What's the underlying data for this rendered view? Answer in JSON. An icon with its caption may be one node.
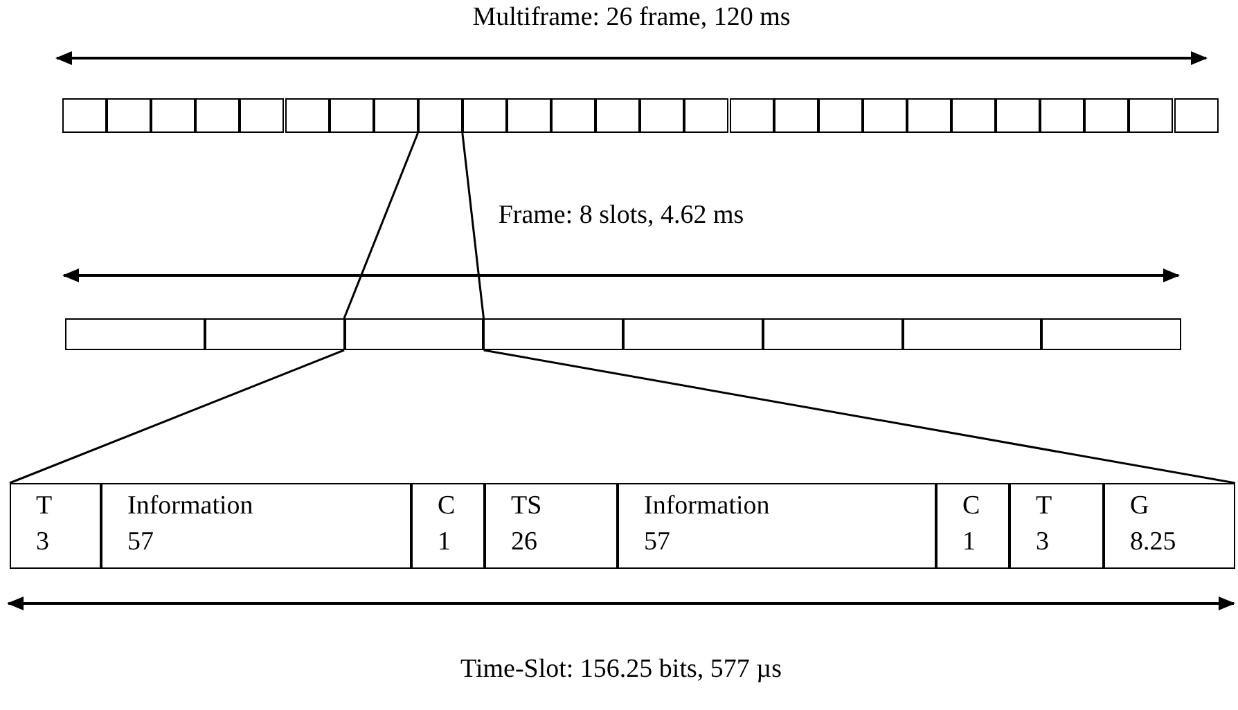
{
  "diagram": {
    "nodes": [
      {
        "text": [],
        "shape": "box"
      },
      {
        "text": [],
        "shape": "box"
      },
      {
        "text": [],
        "shape": "box"
      },
      {
        "text": [],
        "shape": "box"
      },
      {
        "text": [],
        "shape": "box"
      },
      {
        "text": [],
        "shape": "box"
      },
      {
        "text": [],
        "shape": "box"
      },
      {
        "text": [],
        "shape": "box"
      },
      {
        "text": [],
        "shape": "box"
      },
      {
        "text": [],
        "shape": "box"
      },
      {
        "text": [],
        "shape": "box"
      },
      {
        "text": [],
        "shape": "box"
      },
      {
        "text": [],
        "shape": "box"
      },
      {
        "text": [],
        "shape": "box"
      },
      {
        "text": [],
        "shape": "box"
      },
      {
        "text": [],
        "shape": "box"
      },
      {
        "text": [],
        "shape": "box"
      },
      {
        "text": [],
        "shape": "box"
      },
      {
        "text": [],
        "shape": "box"
      },
      {
        "text": [],
        "shape": "box"
      },
      {
        "text": [],
        "shape": "box"
      },
      {
        "text": [],
        "shape": "box"
      },
      {
        "text": [],
        "shape": "box"
      },
      {
        "text": [],
        "shape": "box"
      },
      {
        "text": [],
        "shape": "box"
      },
      {
        "text": [],
        "shape": "box"
      },
      {
        "text": [],
        "shape": "box"
      },
      {
        "text": [],
        "shape": "box"
      },
      {
        "text": [],
        "shape": "box"
      },
      {
        "text": [],
        "shape": "box"
      },
      {
        "text": [],
        "shape": "box"
      },
      {
        "text": [],
        "shape": "box"
      },
      {
        "text": [],
        "shape": "box"
      },
      {
        "text": [],
        "shape": "box"
      },
      {
        "text": [
          "T",
          "3"
        ]
      },
      {
        "text": [
          "Information",
          "57"
        ]
      },
      {
        "text": [
          "C",
          "1"
        ]
      },
      {
        "text": [
          "TS",
          "26"
        ]
      },
      {
        "text": [
          "Information",
          "57"
        ]
      },
      {
        "text": [
          "C",
          "1"
        ]
      },
      {
        "text": [
          "T",
          "3"
        ]
      },
      {
        "text": [
          "G",
          "8.25"
        ]
      }
    ],
    "edges": [
      {
        "from": 8,
        "to": 28,
        "arrow": "none"
      },
      {
        "from": 8,
        "to": 28,
        "arrow": "none"
      },
      {
        "from": 28,
        "to": 34,
        "arrow": "none"
      },
      {
        "from": 28,
        "to": 41,
        "arrow": "none"
      }
    ],
    "labels": [
      "Multiframe: 26 frame, 120 ms",
      "Frame: 8 slots, 4.62 ms",
      "Time-Slot: 156.25 bits, 577 µs"
    ]
  }
}
